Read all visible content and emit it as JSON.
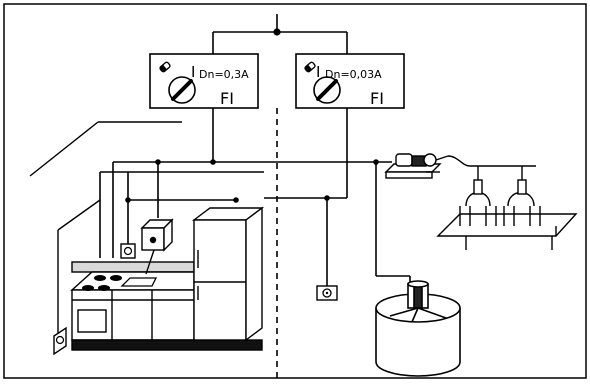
{
  "breakers": [
    {
      "rating_label": "I",
      "rating_sub": "Dn=0,3A",
      "type_label": "FI"
    },
    {
      "rating_label": "I",
      "rating_sub": "Dn=0,03A",
      "type_label": "FI"
    }
  ],
  "colors": {
    "line": "#000000",
    "background": "#ffffff",
    "tile": "#d9d9d9",
    "plinth": "#111111"
  }
}
